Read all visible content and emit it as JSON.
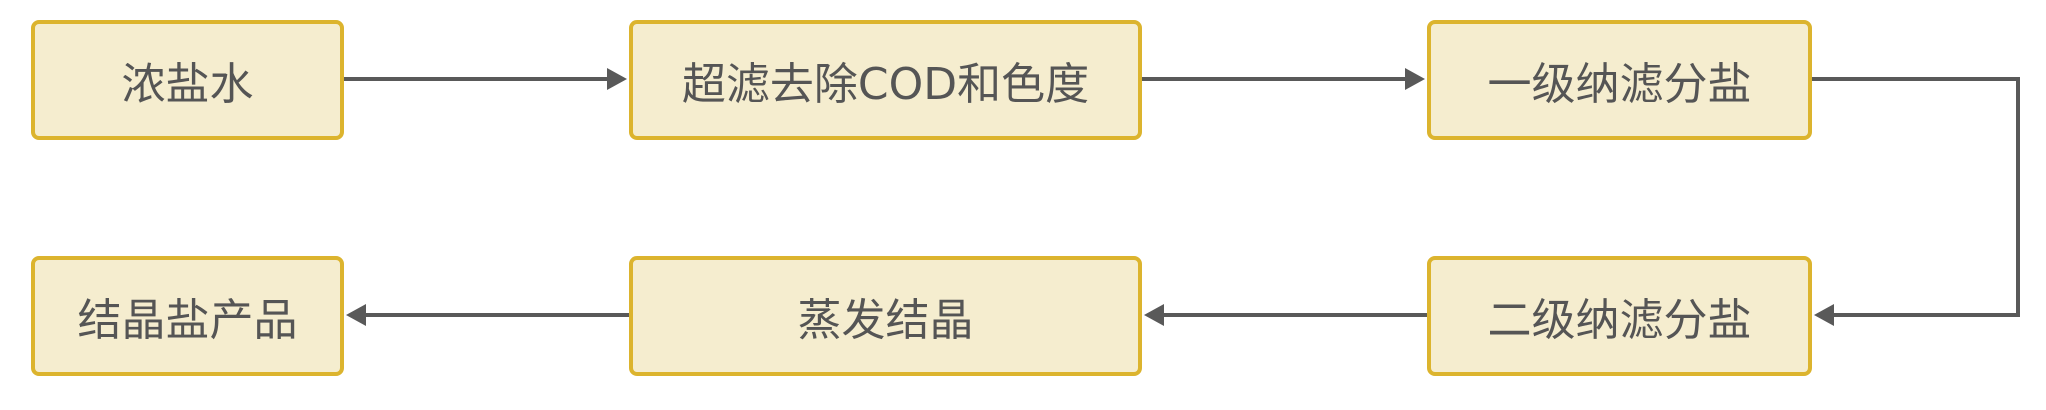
{
  "nodes": {
    "concentrated_brine": "浓盐水",
    "ultrafiltration": "超滤去除COD和色度",
    "stage1_nf": "一级纳滤分盐",
    "stage2_nf": "二级纳滤分盐",
    "evaporation": "蒸发结晶",
    "salt_product": "结晶盐产品"
  },
  "colors": {
    "node_fill": "#f5edcf",
    "node_border": "#dcb42e",
    "text": "#555555",
    "arrow": "#595959"
  }
}
